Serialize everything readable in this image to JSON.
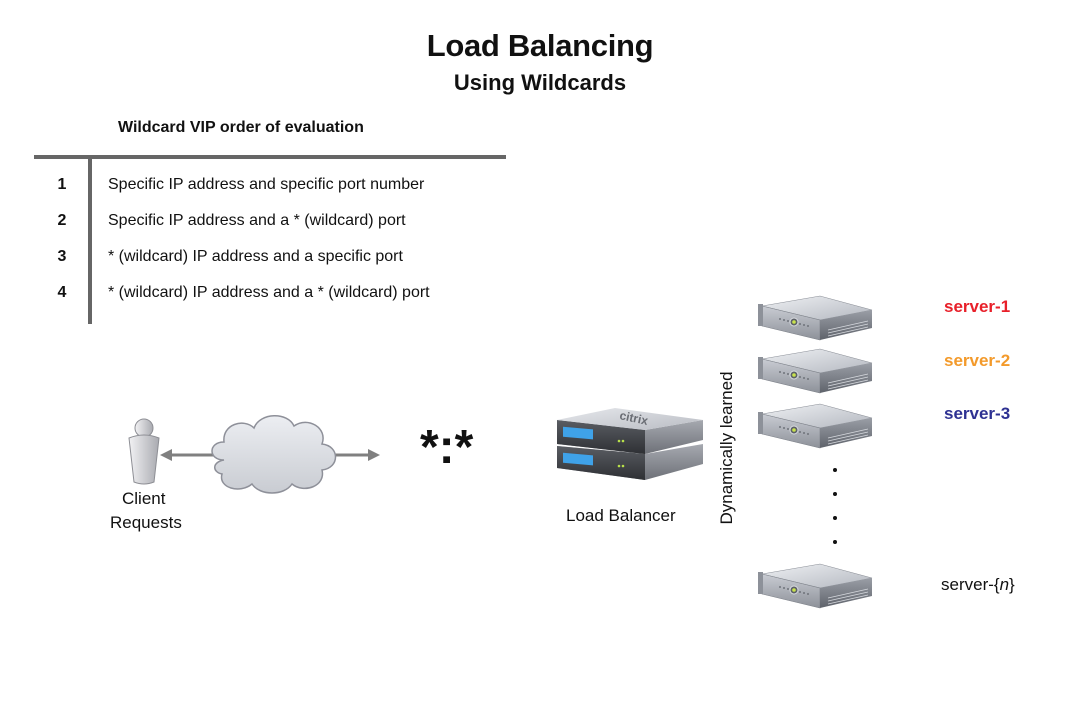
{
  "title": "Load Balancing",
  "subtitle": "Using Wildcards",
  "evaluation_table": {
    "heading": "Wildcard VIP order of evaluation",
    "rows": [
      {
        "number": "1",
        "text": "Specific IP address and specific port number"
      },
      {
        "number": "2",
        "text": "Specific IP address and a * (wildcard) port"
      },
      {
        "number": "3",
        "text": "* (wildcard) IP address and a specific port"
      },
      {
        "number": "4",
        "text": "* (wildcard) IP address and a * (wildcard) port"
      }
    ]
  },
  "diagram": {
    "client_label_line1": "Client",
    "client_label_line2": "Requests",
    "wildcard_vip": "*:*",
    "load_balancer_label": "Load Balancer",
    "load_balancer_brand": "citrix",
    "dynamic_label": "Dynamically learned",
    "servers": [
      {
        "label": "server-1",
        "color": "#e8202a"
      },
      {
        "label": "server-2",
        "color": "#f39a2b"
      },
      {
        "label": "server-3",
        "color": "#2e3192"
      }
    ],
    "last_server_prefix": "server-{",
    "last_server_var": "n",
    "last_server_suffix": "}"
  },
  "icons": {
    "client": "user-icon",
    "network": "cloud-icon",
    "appliance": "load-balancer-icon",
    "server": "server-icon"
  }
}
